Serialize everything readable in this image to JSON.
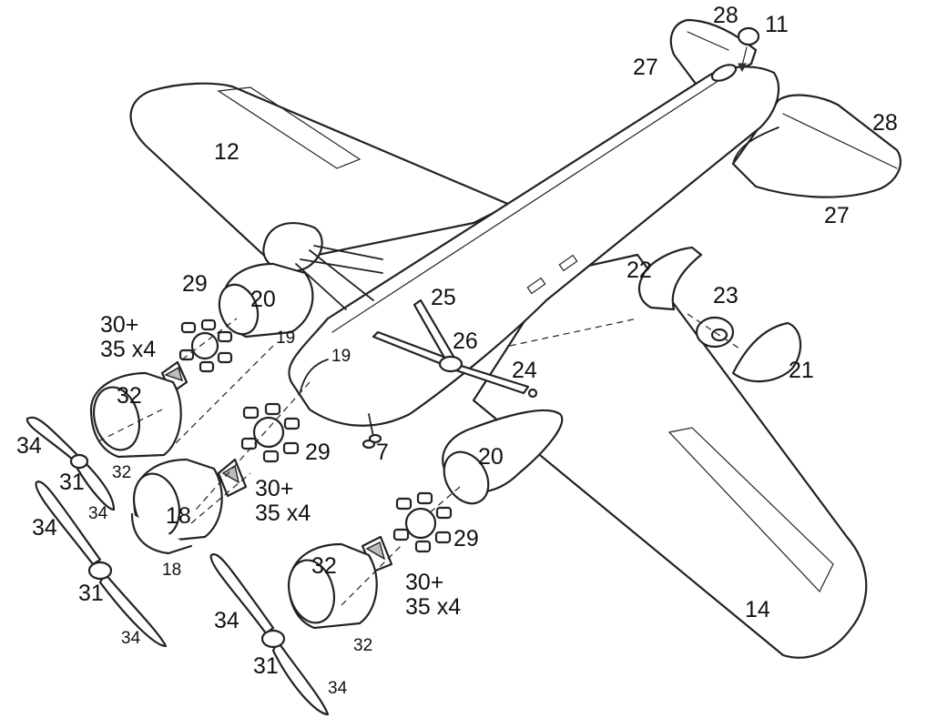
{
  "diagram": {
    "type": "exploded-assembly",
    "part_labels": [
      {
        "id": "l11",
        "text": "11"
      },
      {
        "id": "l28a",
        "text": "28"
      },
      {
        "id": "l27a",
        "text": "27"
      },
      {
        "id": "l28b",
        "text": "28"
      },
      {
        "id": "l27b",
        "text": "27"
      },
      {
        "id": "l12",
        "text": "12"
      },
      {
        "id": "l14",
        "text": "14"
      },
      {
        "id": "l25",
        "text": "25"
      },
      {
        "id": "l26",
        "text": "26"
      },
      {
        "id": "l24",
        "text": "24"
      },
      {
        "id": "l22",
        "text": "22"
      },
      {
        "id": "l23",
        "text": "23"
      },
      {
        "id": "l21",
        "text": "21"
      },
      {
        "id": "l7",
        "text": "7"
      },
      {
        "id": "l19a",
        "text": "19"
      },
      {
        "id": "l19b",
        "text": "19"
      },
      {
        "id": "l20a",
        "text": "20"
      },
      {
        "id": "l20b",
        "text": "20"
      },
      {
        "id": "l29a",
        "text": "29"
      },
      {
        "id": "l29b",
        "text": "29"
      },
      {
        "id": "l29c",
        "text": "29"
      },
      {
        "id": "l30a",
        "text": "30+"
      },
      {
        "id": "l35a",
        "text": "35 x4"
      },
      {
        "id": "l30b",
        "text": "30+"
      },
      {
        "id": "l35b",
        "text": "35 x4"
      },
      {
        "id": "l30c",
        "text": "30+"
      },
      {
        "id": "l35c",
        "text": "35 x4"
      },
      {
        "id": "l32a",
        "text": "32"
      },
      {
        "id": "l32b",
        "text": "32"
      },
      {
        "id": "l32c",
        "text": "32"
      },
      {
        "id": "l32d",
        "text": "32"
      },
      {
        "id": "l18a",
        "text": "18"
      },
      {
        "id": "l18b",
        "text": "18"
      },
      {
        "id": "l31a",
        "text": "31"
      },
      {
        "id": "l31b",
        "text": "31"
      },
      {
        "id": "l31c",
        "text": "31"
      },
      {
        "id": "l34a",
        "text": "34"
      },
      {
        "id": "l34b",
        "text": "34"
      },
      {
        "id": "l34c",
        "text": "34"
      },
      {
        "id": "l34d",
        "text": "34"
      },
      {
        "id": "l34e",
        "text": "34"
      },
      {
        "id": "l34f",
        "text": "34"
      }
    ]
  }
}
